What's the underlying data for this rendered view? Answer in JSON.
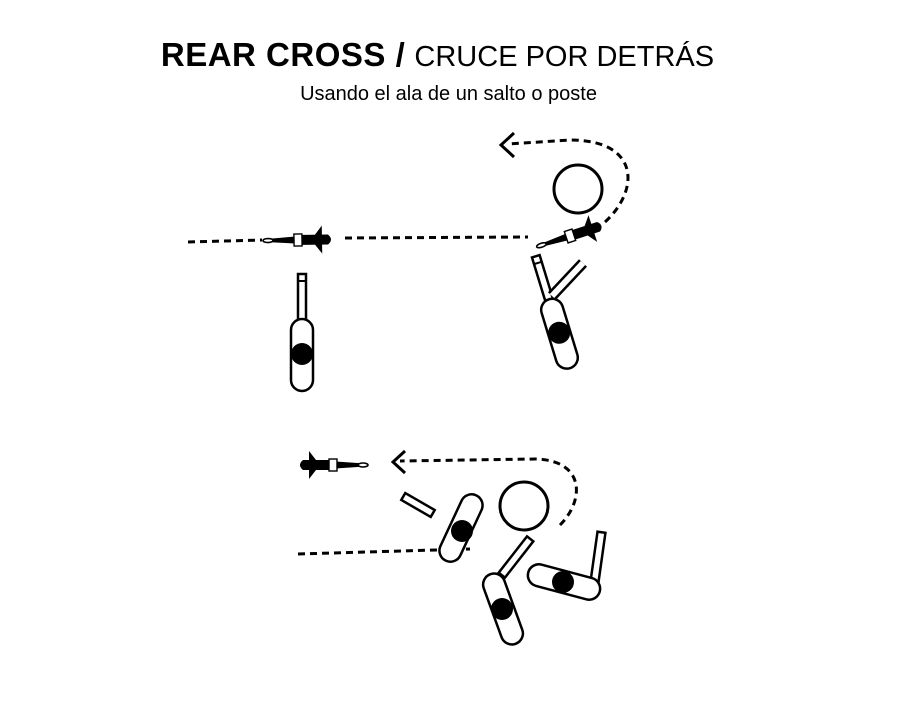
{
  "header": {
    "title_bold": "REAR CROSS /",
    "title_rest": "CRUCE POR DETRÁS",
    "subtitle": "Usando el ala de un salto o poste"
  },
  "colors": {
    "ink": "#000000",
    "background": "#ffffff"
  },
  "scenes": [
    {
      "name": "scene-top"
    },
    {
      "name": "scene-bottom"
    }
  ]
}
